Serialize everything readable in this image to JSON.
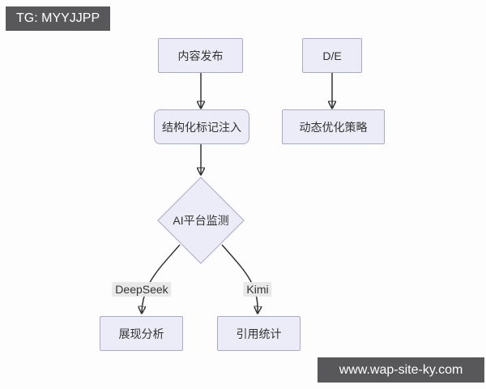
{
  "badges": {
    "telegram": "TG: MYYJJPP",
    "website": "www.wap-site-ky.com"
  },
  "flowchart": {
    "nodes": {
      "content_publish": "内容发布",
      "de": "D/E",
      "markup_injection": "结构化标记注入",
      "dynamic_optimization": "动态优化策略",
      "ai_platform_monitor": "AI平台监测",
      "display_analysis": "展现分析",
      "citation_stats": "引用统计"
    },
    "edge_labels": {
      "deepseek": "DeepSeek",
      "kimi": "Kimi"
    },
    "edges": [
      {
        "from": "content_publish",
        "to": "markup_injection",
        "label": ""
      },
      {
        "from": "de",
        "to": "dynamic_optimization",
        "label": ""
      },
      {
        "from": "markup_injection",
        "to": "ai_platform_monitor",
        "label": ""
      },
      {
        "from": "ai_platform_monitor",
        "to": "display_analysis",
        "label": "DeepSeek"
      },
      {
        "from": "ai_platform_monitor",
        "to": "citation_stats",
        "label": "Kimi"
      }
    ],
    "colors": {
      "node_fill": "#ececf8",
      "node_border": "#a9a9c8",
      "connector": "#333333",
      "edge_label_bg": "#e8e8e8",
      "badge_bg": "#58585a",
      "badge_text": "#ffffff"
    }
  }
}
